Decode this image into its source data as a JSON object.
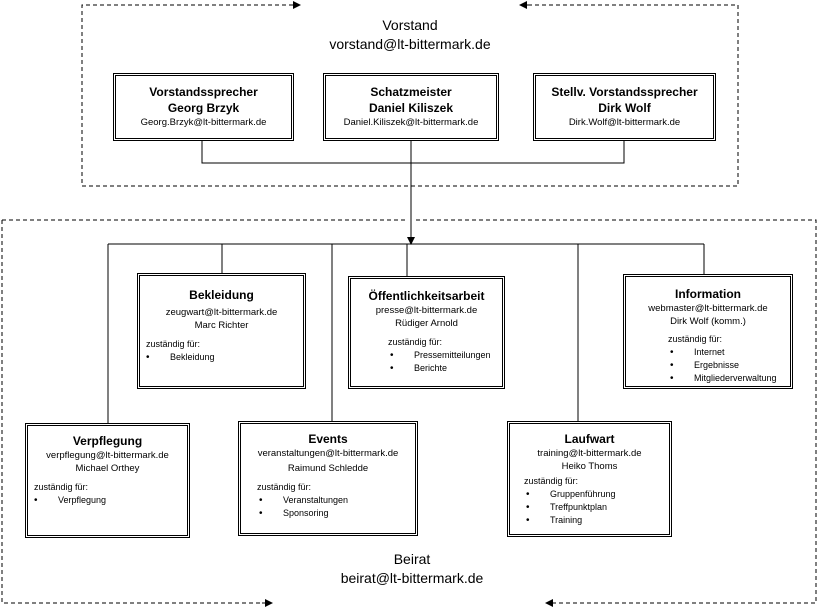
{
  "vorstand": {
    "title": "Vorstand",
    "email": "vorstand@lt-bittermark.de",
    "members": [
      {
        "role": "Vorstandssprecher",
        "name": "Georg Brzyk",
        "email": "Georg.Brzyk@lt-bittermark.de"
      },
      {
        "role": "Schatzmeister",
        "name": "Daniel Kiliszek",
        "email": "Daniel.Kiliszek@lt-bittermark.de"
      },
      {
        "role": "Stellv. Vorstandssprecher",
        "name": "Dirk Wolf",
        "email": "Dirk.Wolf@lt-bittermark.de"
      }
    ]
  },
  "beirat": {
    "title": "Beirat",
    "email": "beirat@lt-bittermark.de",
    "responsible_label": "zuständig für:",
    "units": {
      "bekleidung": {
        "name": "Bekleidung",
        "email": "zeugwart@lt-bittermark.de",
        "person": "Marc Richter",
        "tasks": [
          "Bekleidung"
        ]
      },
      "oeffentlichkeitsarbeit": {
        "name": "Öffentlichkeitsarbeit",
        "email": "presse@lt-bittermark.de",
        "person": "Rüdiger Arnold",
        "tasks": [
          "Pressemitteilungen",
          "Berichte"
        ]
      },
      "information": {
        "name": "Information",
        "email": "webmaster@lt-bittermark.de",
        "person": "Dirk Wolf (komm.)",
        "tasks": [
          "Internet",
          "Ergebnisse",
          "Mitgliederverwaltung"
        ]
      },
      "verpflegung": {
        "name": "Verpflegung",
        "email": "verpflegung@lt-bittermark.de",
        "person": "Michael Orthey",
        "tasks": [
          "Verpflegung"
        ]
      },
      "events": {
        "name": "Events",
        "email": "veranstaltungen@lt-bittermark.de",
        "person": "Raimund Schledde",
        "tasks": [
          "Veranstaltungen",
          "Sponsoring"
        ]
      },
      "laufwart": {
        "name": "Laufwart",
        "email": "training@lt-bittermark.de",
        "person": "Heiko Thoms",
        "tasks": [
          "Gruppenführung",
          "Treffpunktplan",
          "Training"
        ]
      }
    }
  }
}
